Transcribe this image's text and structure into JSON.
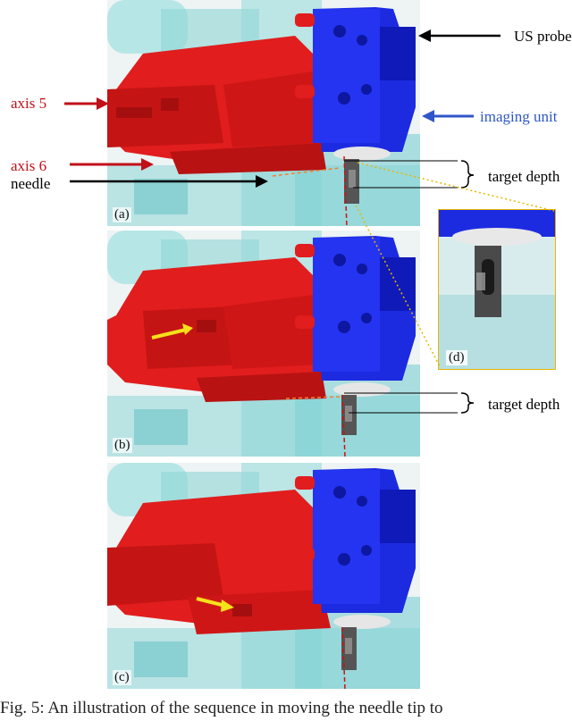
{
  "labels": {
    "us_probe": "US probe",
    "imaging_unit": "imaging unit",
    "axis5": "axis 5",
    "axis6": "axis 6",
    "needle": "needle",
    "target_depth_a": "target depth",
    "target_depth_b": "target depth"
  },
  "panels": {
    "a": "(a)",
    "b": "(b)",
    "c": "(c)",
    "d": "(d)"
  },
  "caption": "Fig. 5: An illustration of the sequence in moving the needle tip to",
  "colors": {
    "red_label": "#c0101a",
    "blue_label": "#2f56c8",
    "robot_red": "#e11d1d",
    "probe_blue": "#1c2be0",
    "frame_cyan": "#7fd3d6",
    "arrow_yellow": "#f5e11a",
    "inset_border": "#e6b800"
  },
  "icons": [
    "right-arrow-icon",
    "left-arrow-icon",
    "brace-icon"
  ]
}
